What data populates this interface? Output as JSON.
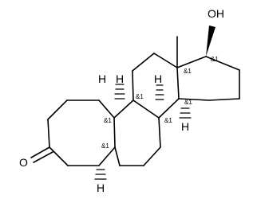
{
  "molecule": {
    "hydroxyl_label": "OH",
    "carbonyl_label": "O",
    "hydrogen_label": "H",
    "stereo_label": "&1"
  }
}
